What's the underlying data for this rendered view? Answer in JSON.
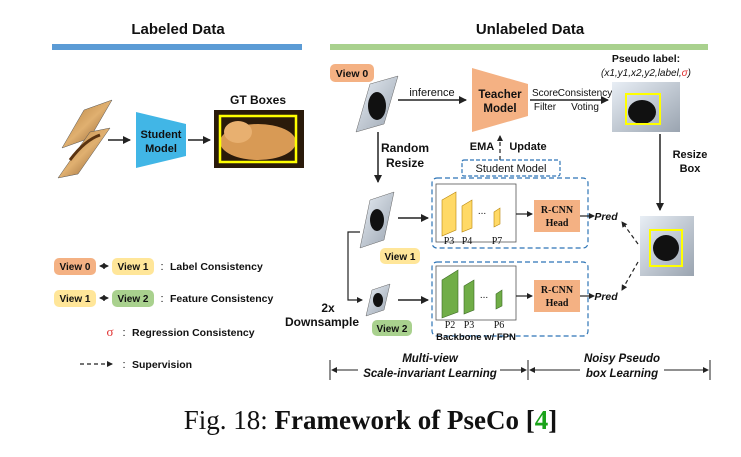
{
  "labeled": {
    "title": "Labeled Data",
    "student_model": [
      "Student",
      "Model"
    ],
    "gt_boxes": "GT Boxes"
  },
  "unlabeled": {
    "title": "Unlabeled Data",
    "view0": "View 0",
    "inference": "inference",
    "teacher_model": [
      "Teacher",
      "Model"
    ],
    "score_filter": [
      "Score",
      "Filter"
    ],
    "consistency_voting": [
      "Consistency",
      "Voting"
    ],
    "pseudo_label_title": "Pseudo label:",
    "pseudo_label_format": "(x1,y1,x2,y2,label,",
    "sigma": "σ",
    "pseudo_label_close": ")",
    "ema": "EMA",
    "update": "Update",
    "random_resize": [
      "Random",
      "Resize"
    ],
    "resize_box": [
      "Resize",
      "Box"
    ],
    "student_model_label": "Student Model",
    "view1": "View 1",
    "view2": "View 2",
    "downsample": [
      "2x",
      "Downsample"
    ],
    "pyramid_top": [
      "P3",
      "P4",
      "P7"
    ],
    "pyramid_bottom": [
      "P2",
      "P3",
      "P6"
    ],
    "ellipsis": "...",
    "rcnn_head": [
      "R-CNN",
      "Head"
    ],
    "pred": "Pred",
    "backbone": "Backbone w/ FPN",
    "multiview": [
      "Multi-view",
      "Scale-invariant Learning"
    ],
    "noisy": [
      "Noisy Pseudo",
      "box Learning"
    ]
  },
  "legend": {
    "view0": "View 0",
    "view1": "View 1",
    "view2": "View 2",
    "label_consistency": "Label Consistency",
    "feature_consistency": "Feature Consistency",
    "sigma": "σ",
    "regression_consistency": "Regression Consistency",
    "supervision": "Supervision",
    "colon": ":"
  },
  "caption": {
    "prefix": "Fig. 18: ",
    "title": "Framework of PseCo",
    "ref_open": " [",
    "ref": "4",
    "ref_close": "]"
  },
  "colors": {
    "labeled_bar": "#5b9bd5",
    "unlabeled_bar": "#a9d18e",
    "student": "#41b6e6",
    "teacher": "#f4b183",
    "view0": "#f4b183",
    "view1": "#ffe699",
    "view2": "#a9d18e",
    "rcnn": "#f4b183",
    "fpn_yellow": "#ffd966",
    "fpn_green": "#70ad47",
    "dashed_box": "#2e75b6",
    "highlight_box": "#ffff00",
    "sigma": "#e03030",
    "ref": "#1aa31a"
  }
}
